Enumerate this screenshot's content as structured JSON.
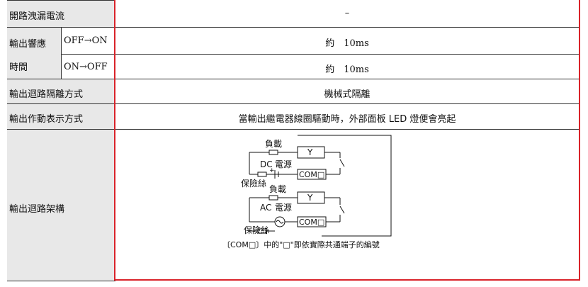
{
  "rows": [
    {
      "label": "開路洩漏電流",
      "value": "–"
    },
    {
      "label": "輸出響應",
      "label2": "時間",
      "sub": [
        {
          "label": "OFF→ON",
          "value": "約　10ms"
        },
        {
          "label": "ON→OFF",
          "value": "約　10ms"
        }
      ]
    },
    {
      "label": "輸出迴路隔離方式",
      "value": "機械式隔離"
    },
    {
      "label": "輸出作動表示方式",
      "value": "當輸出繼電器線圈驅動時，外部面板 LED 燈便會亮起"
    },
    {
      "label": "輸出迴路架構"
    }
  ],
  "diagram": {
    "load_top": "負載",
    "dc_label": "DC",
    "power_top": "電源",
    "fuse_top": "保險絲",
    "load_bottom": "負載",
    "ac_label": "AC",
    "power_bottom": "電源",
    "fuse_bottom": "保險絲",
    "y_box_top": "Y",
    "com_box_top": "COM□",
    "y_box_bottom": "Y",
    "com_box_bottom": "COM□",
    "plus_sign": "+",
    "minus_sign": "–",
    "note": "〔COM□〕中的\"□\"即依實際共通端子的編號"
  },
  "colors": {
    "highlight_border": "#d9232a",
    "label_bg": "#e8e8e8"
  }
}
